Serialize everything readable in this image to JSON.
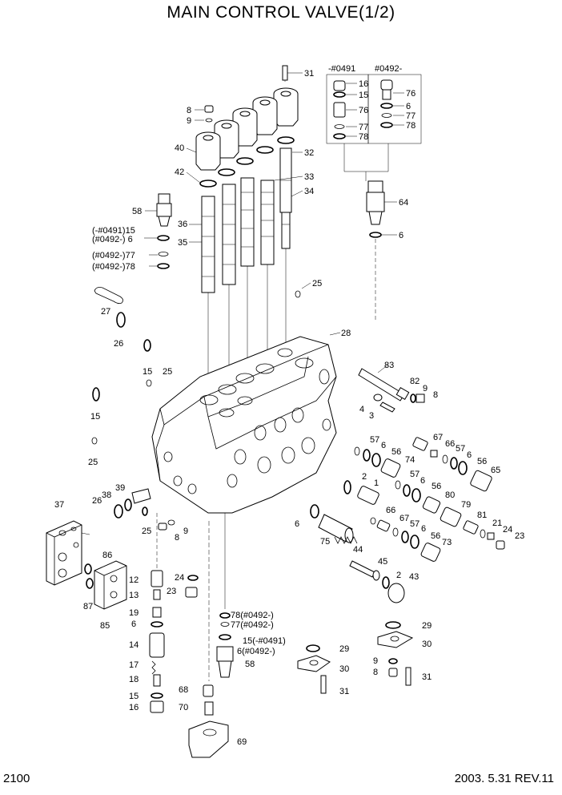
{
  "title": "MAIN CONTROL VALVE(1/2)",
  "page_number": "2100",
  "revision": "2003. 5.31  REV.11",
  "variant_headers": [
    "-#0491",
    "#0492-"
  ],
  "labels": [
    {
      "t": "31"
    },
    {
      "t": "16"
    },
    {
      "t": "15"
    },
    {
      "t": "76"
    },
    {
      "t": "77"
    },
    {
      "t": "78"
    },
    {
      "t": "76"
    },
    {
      "t": "6"
    },
    {
      "t": "77"
    },
    {
      "t": "78"
    },
    {
      "t": "8"
    },
    {
      "t": "9"
    },
    {
      "t": "40"
    },
    {
      "t": "42"
    },
    {
      "t": "32"
    },
    {
      "t": "33"
    },
    {
      "t": "34"
    },
    {
      "t": "58"
    },
    {
      "t": "64"
    },
    {
      "t": "6"
    },
    {
      "t": "(-#0491)15"
    },
    {
      "t": "(#0492-)  6"
    },
    {
      "t": "36"
    },
    {
      "t": "35"
    },
    {
      "t": "(#0492-)77"
    },
    {
      "t": "(#0492-)78"
    },
    {
      "t": "25"
    },
    {
      "t": "27"
    },
    {
      "t": "26"
    },
    {
      "t": "28"
    },
    {
      "t": "15"
    },
    {
      "t": "25"
    },
    {
      "t": "83"
    },
    {
      "t": "82"
    },
    {
      "t": "9"
    },
    {
      "t": "8"
    },
    {
      "t": "4"
    },
    {
      "t": "3"
    },
    {
      "t": "15"
    },
    {
      "t": "25"
    },
    {
      "t": "57"
    },
    {
      "t": "6"
    },
    {
      "t": "56"
    },
    {
      "t": "74"
    },
    {
      "t": "67"
    },
    {
      "t": "66"
    },
    {
      "t": "57"
    },
    {
      "t": "6"
    },
    {
      "t": "56"
    },
    {
      "t": "65"
    },
    {
      "t": "2"
    },
    {
      "t": "1"
    },
    {
      "t": "57"
    },
    {
      "t": "6"
    },
    {
      "t": "56"
    },
    {
      "t": "80"
    },
    {
      "t": "79"
    },
    {
      "t": "37"
    },
    {
      "t": "38"
    },
    {
      "t": "39"
    },
    {
      "t": "26"
    },
    {
      "t": "66"
    },
    {
      "t": "67"
    },
    {
      "t": "57"
    },
    {
      "t": "6"
    },
    {
      "t": "81"
    },
    {
      "t": "21"
    },
    {
      "t": "24"
    },
    {
      "t": "23"
    },
    {
      "t": "6"
    },
    {
      "t": "56"
    },
    {
      "t": "73"
    },
    {
      "t": "25"
    },
    {
      "t": "9"
    },
    {
      "t": "8"
    },
    {
      "t": "75"
    },
    {
      "t": "44"
    },
    {
      "t": "45"
    },
    {
      "t": "2"
    },
    {
      "t": "43"
    },
    {
      "t": "86"
    },
    {
      "t": "87"
    },
    {
      "t": "85"
    },
    {
      "t": "12"
    },
    {
      "t": "13"
    },
    {
      "t": "24"
    },
    {
      "t": "23"
    },
    {
      "t": "19"
    },
    {
      "t": "6"
    },
    {
      "t": "14"
    },
    {
      "t": "17"
    },
    {
      "t": "18"
    },
    {
      "t": "15"
    },
    {
      "t": "16"
    },
    {
      "t": "78(#0492-)"
    },
    {
      "t": "77(#0492-)"
    },
    {
      "t": "15(-#0491)"
    },
    {
      "t": "6(#0492-)"
    },
    {
      "t": "58"
    },
    {
      "t": "29"
    },
    {
      "t": "30"
    },
    {
      "t": "31"
    },
    {
      "t": "29"
    },
    {
      "t": "30"
    },
    {
      "t": "9"
    },
    {
      "t": "8"
    },
    {
      "t": "31"
    },
    {
      "t": "68"
    },
    {
      "t": "70"
    },
    {
      "t": "69"
    }
  ]
}
